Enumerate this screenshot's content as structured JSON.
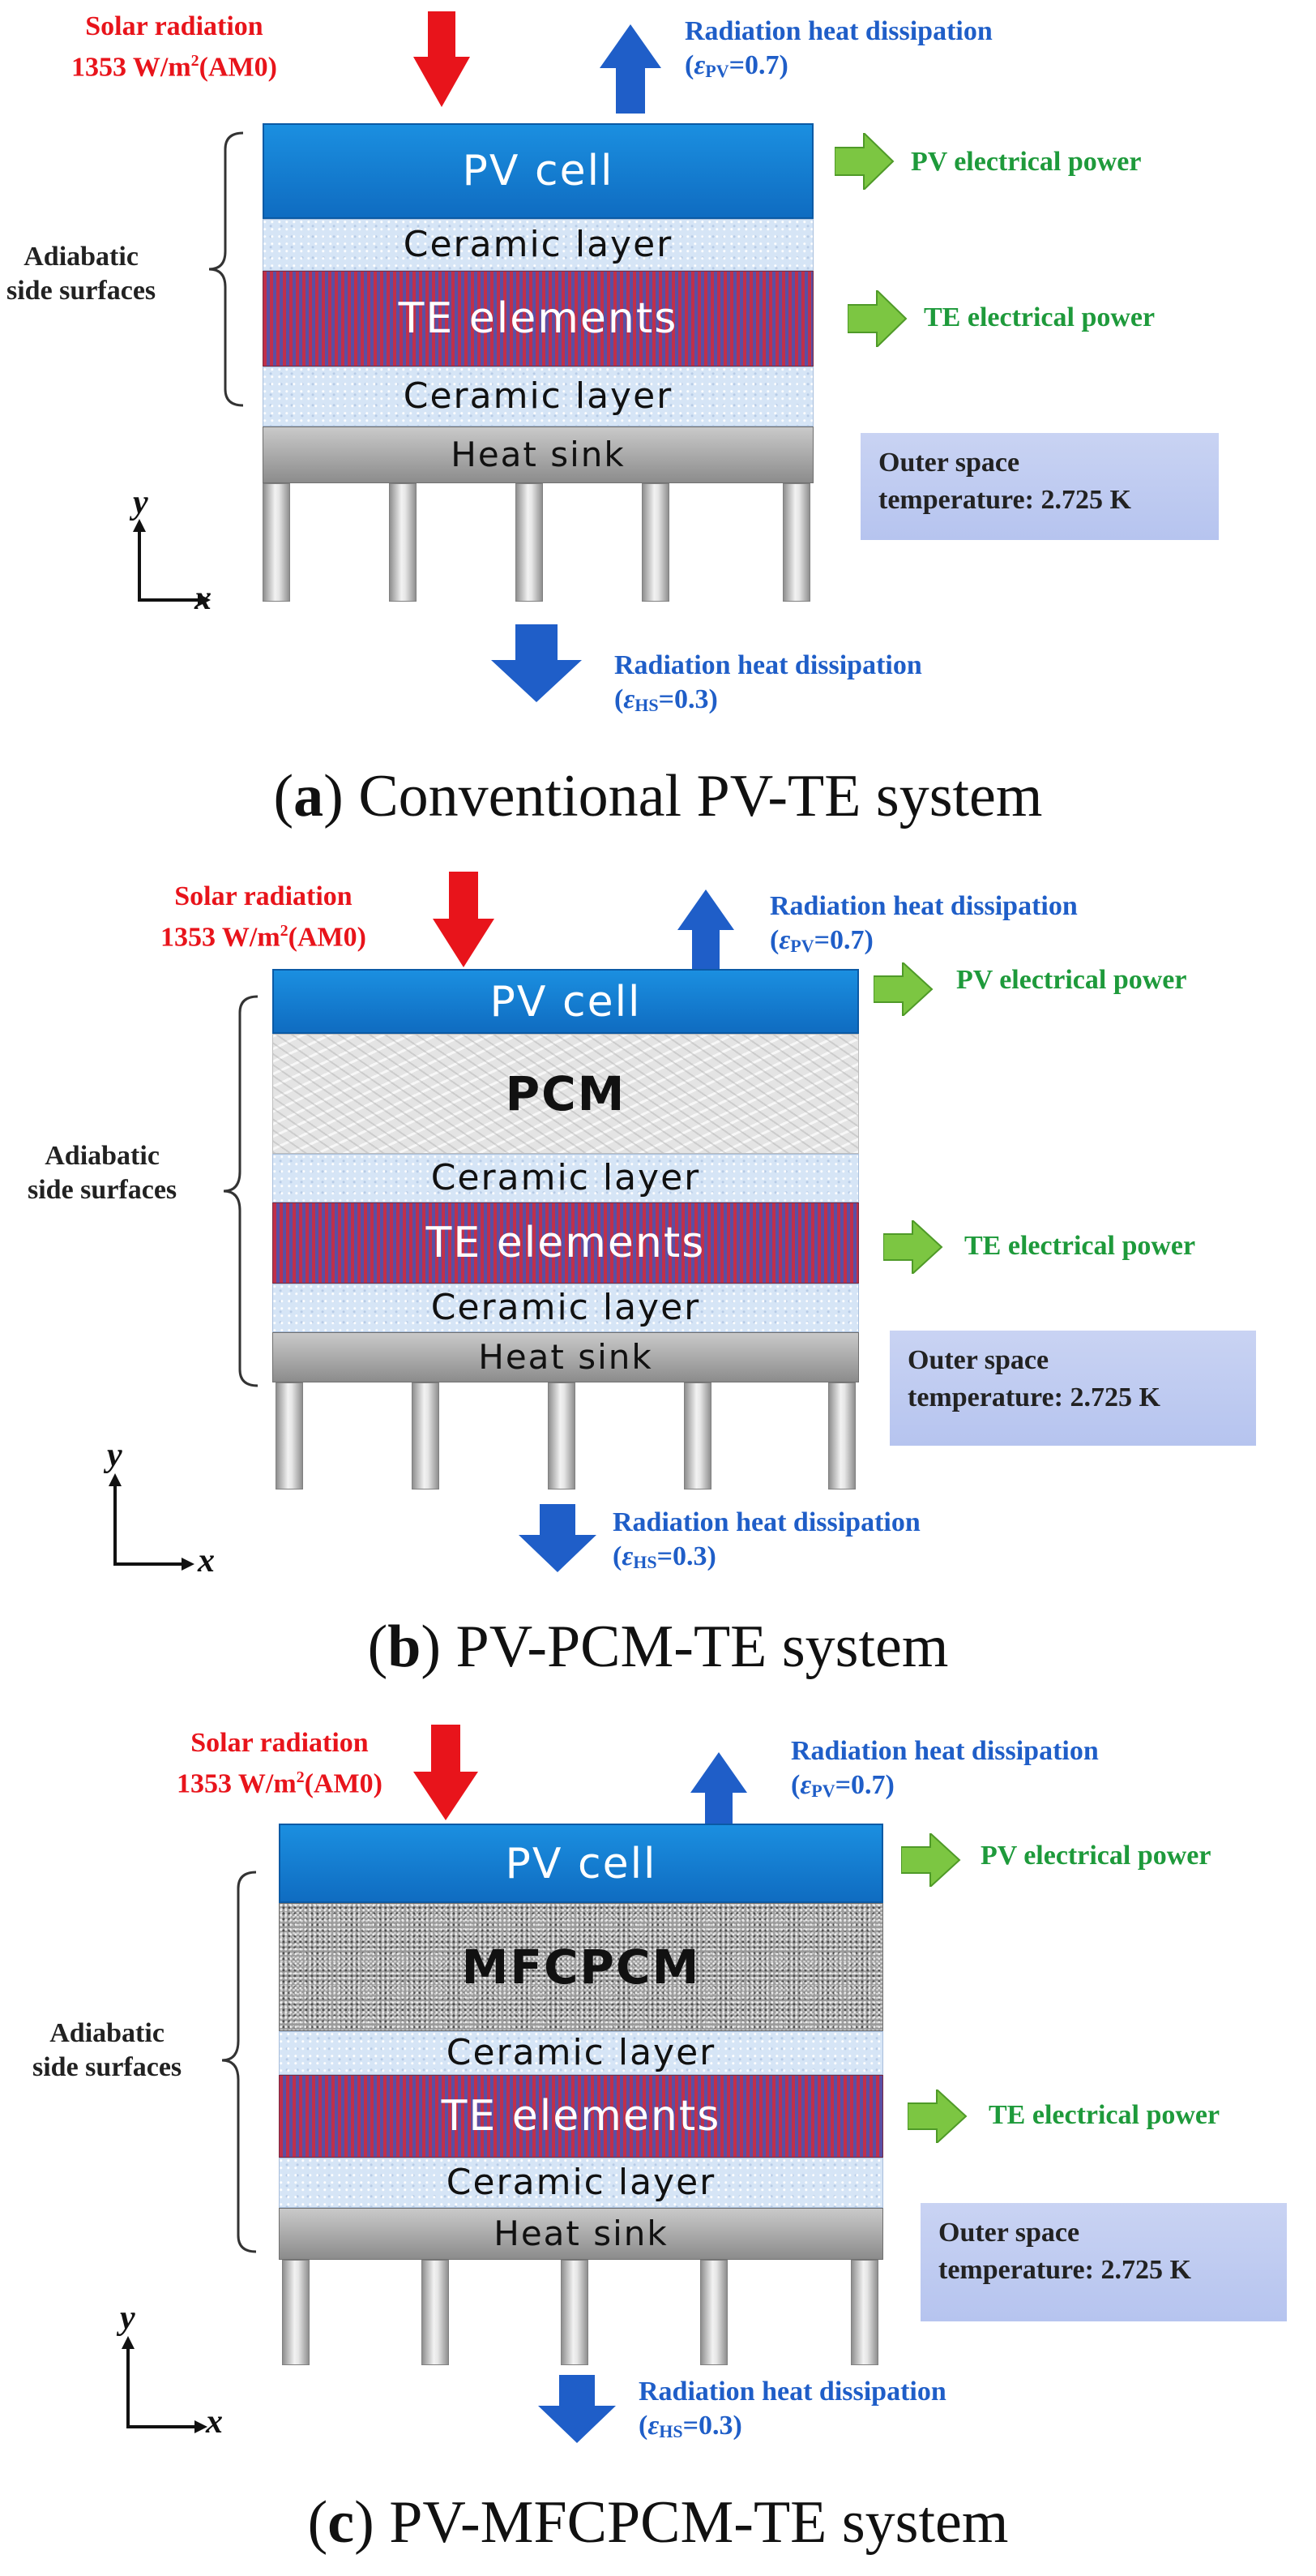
{
  "panels": [
    {
      "solar_line1": "Solar radiation",
      "solar_line2_prefix": "1353 W/m",
      "solar_line2_sup": "2",
      "solar_line2_suffix": "(AM0)",
      "top_rad_label": "Radiation heat dissipation",
      "top_eps_symbol": "ε",
      "top_eps_sub": "PV",
      "top_eps_value": "=0.7",
      "layers": [
        {
          "kind": "pv",
          "label": "PV cell"
        },
        {
          "kind": "ceramic",
          "label": "Ceramic layer"
        },
        {
          "kind": "te",
          "label": "TE elements"
        },
        {
          "kind": "ceramic",
          "label": "Ceramic layer"
        },
        {
          "kind": "heatsink",
          "label": "Heat sink"
        }
      ],
      "pv_power": "PV electrical power",
      "te_power": "TE electrical power",
      "adiabatic_line1": "Adiabatic",
      "adiabatic_line2": "side surfaces",
      "outer_line1": "Outer space",
      "outer_line2": "temperature: 2.725 K",
      "bottom_rad_label": "Radiation heat dissipation",
      "bottom_eps_symbol": "ε",
      "bottom_eps_sub": "HS",
      "bottom_eps_value": "=0.3",
      "axis_y": "y",
      "axis_x": "x",
      "caption_letter": "a",
      "caption_text": " Conventional PV-TE system"
    },
    {
      "solar_line1": "Solar radiation",
      "solar_line2_prefix": "1353 W/m",
      "solar_line2_sup": "2",
      "solar_line2_suffix": "(AM0)",
      "top_rad_label": "Radiation heat dissipation",
      "top_eps_symbol": "ε",
      "top_eps_sub": "PV",
      "top_eps_value": "=0.7",
      "layers": [
        {
          "kind": "pv",
          "label": "PV cell"
        },
        {
          "kind": "pcm",
          "label": "PCM"
        },
        {
          "kind": "ceramic",
          "label": "Ceramic layer"
        },
        {
          "kind": "te",
          "label": "TE elements"
        },
        {
          "kind": "ceramic",
          "label": "Ceramic layer"
        },
        {
          "kind": "heatsink",
          "label": "Heat sink"
        }
      ],
      "pv_power": "PV electrical power",
      "te_power": "TE electrical power",
      "adiabatic_line1": "Adiabatic",
      "adiabatic_line2": "side surfaces",
      "outer_line1": "Outer space",
      "outer_line2": "temperature: 2.725 K",
      "bottom_rad_label": "Radiation heat dissipation",
      "bottom_eps_symbol": "ε",
      "bottom_eps_sub": "HS",
      "bottom_eps_value": "=0.3",
      "axis_y": "y",
      "axis_x": "x",
      "caption_letter": "b",
      "caption_text": " PV-PCM-TE system"
    },
    {
      "solar_line1": "Solar radiation",
      "solar_line2_prefix": "1353 W/m",
      "solar_line2_sup": "2",
      "solar_line2_suffix": "(AM0)",
      "top_rad_label": "Radiation heat dissipation",
      "top_eps_symbol": "ε",
      "top_eps_sub": "PV",
      "top_eps_value": "=0.7",
      "layers": [
        {
          "kind": "pv",
          "label": "PV cell"
        },
        {
          "kind": "mfcpcm",
          "label": "MFCPCM"
        },
        {
          "kind": "ceramic",
          "label": "Ceramic layer"
        },
        {
          "kind": "te",
          "label": "TE elements"
        },
        {
          "kind": "ceramic",
          "label": "Ceramic layer"
        },
        {
          "kind": "heatsink",
          "label": "Heat sink"
        }
      ],
      "pv_power": "PV electrical power",
      "te_power": "TE electrical power",
      "adiabatic_line1": "Adiabatic",
      "adiabatic_line2": "side surfaces",
      "outer_line1": "Outer space",
      "outer_line2": "temperature: 2.725 K",
      "bottom_rad_label": "Radiation heat dissipation",
      "bottom_eps_symbol": "ε",
      "bottom_eps_sub": "HS",
      "bottom_eps_value": "=0.3",
      "axis_y": "y",
      "axis_x": "x",
      "caption_letter": "c",
      "caption_text": " PV-MFCPCM-TE system"
    }
  ],
  "colors": {
    "solar": "#e8141b",
    "radiation": "#1f5ec8",
    "power": "#1e9a3b",
    "pv_cell": "#1b8fe0",
    "outer_box": "#c3cff2"
  },
  "icons": [
    "solar-down-arrow-icon",
    "radiation-up-arrow-icon",
    "radiation-down-arrow-icon",
    "power-right-arrow-icon"
  ]
}
